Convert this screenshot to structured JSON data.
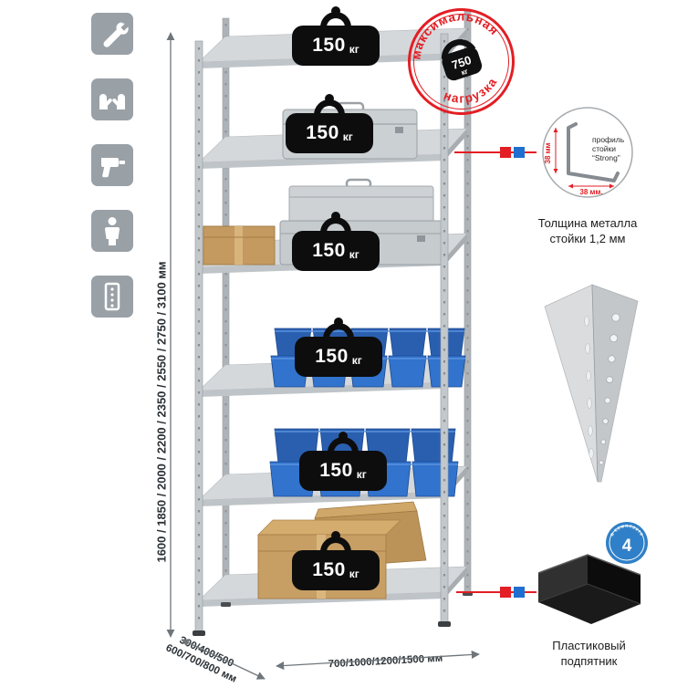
{
  "left_toolbar": {
    "icons": [
      {
        "name": "wrench"
      },
      {
        "name": "gloves"
      },
      {
        "name": "drill"
      },
      {
        "name": "person"
      },
      {
        "name": "perforated-post"
      }
    ]
  },
  "dimensions": {
    "height": "1600 / 1850 / 2000 / 2200 / 2350 / 2550 / 2750 / 3100 мм",
    "depth": "300/400/500 600/700/800 мм",
    "width": "700/1000/1200/1500 мм"
  },
  "shelves": {
    "badges": [
      {
        "value": "150",
        "unit": "кг"
      },
      {
        "value": "150",
        "unit": "кг"
      },
      {
        "value": "150",
        "unit": "кг"
      },
      {
        "value": "150",
        "unit": "кг"
      },
      {
        "value": "150",
        "unit": "кг"
      },
      {
        "value": "150",
        "unit": "кг"
      }
    ]
  },
  "max_load_stamp": {
    "arc_top": "максимальная",
    "arc_bottom": "нагрузка",
    "value": "750",
    "unit": "кг"
  },
  "profile_callout": {
    "label_line1": "профиль",
    "label_line2": "стойки",
    "label_line3": "“Strong”",
    "dim_vertical": "38 мм",
    "dim_horizontal": "38 мм.",
    "caption": "Толщина металла стойки 1,2 мм"
  },
  "foot_callout": {
    "badge_value": "4",
    "badge_text": "в комплекте",
    "caption": "Пластиковый подпятник"
  },
  "colors": {
    "accent_red": "#e31e24",
    "accent_blue": "#1f6fd0",
    "icon_gray": "#99a0a6",
    "bin_blue": "#2f6fc9"
  }
}
